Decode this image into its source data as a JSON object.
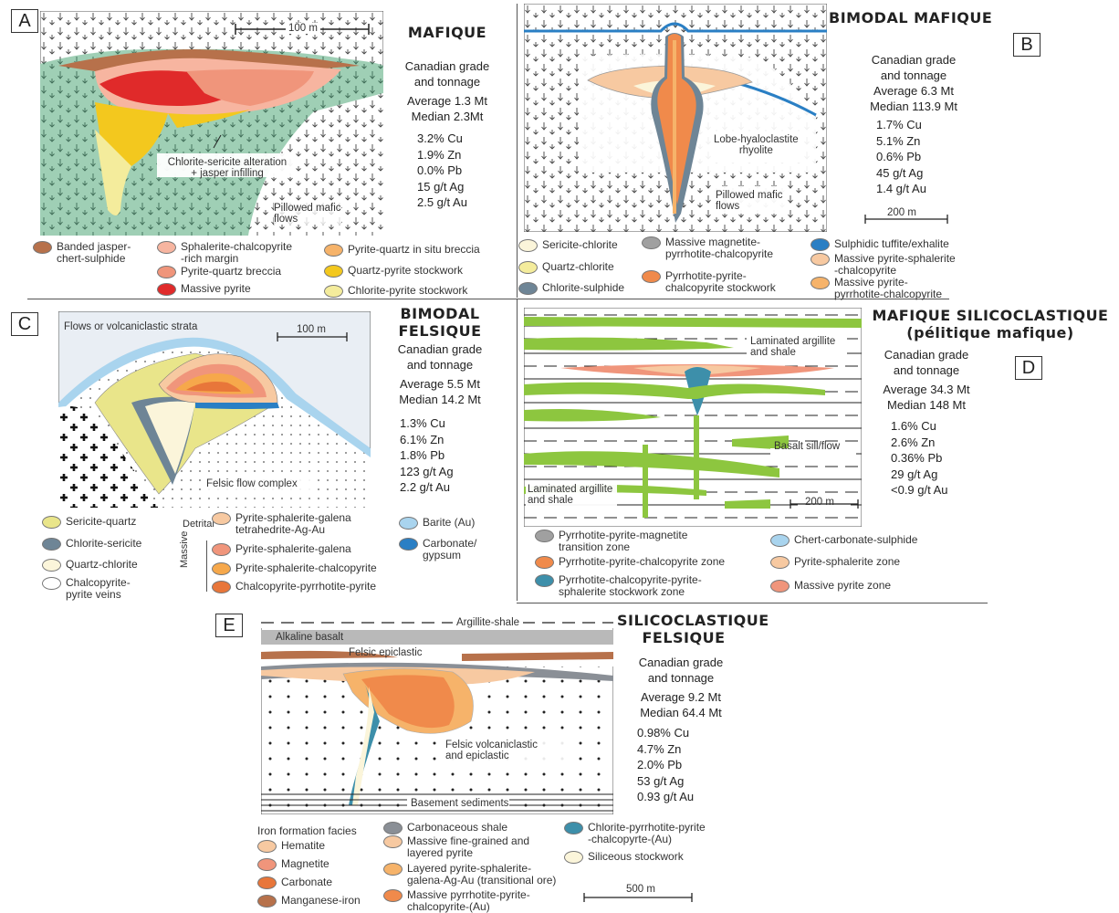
{
  "colors": {
    "orange": "#f08a4b",
    "light_orange": "#f6b36a",
    "peach": "#f7c9a1",
    "salmon": "#f0957b",
    "red": "#e02a2a",
    "yellow": "#f3c81e",
    "pale_yellow": "#f4ec9c",
    "cream": "#fbf5da",
    "green": "#8dc63f",
    "sage": "#9fcfb5",
    "blue": "#2a7fc4",
    "light_blue": "#a9d4ee",
    "teal": "#3d8faa",
    "grey": "#8a8f96",
    "slate": "#6e8596",
    "brown": "#b7714b",
    "maroon": "#8b4a3a",
    "panel_bg": "#e9eef4"
  },
  "panelA": {
    "letter": "A",
    "title": "MAFIQUE",
    "scale": "100 m",
    "stats": [
      "Canadian grade",
      "and tonnage",
      "Average 1.3 Mt",
      "Median 2.3Mt"
    ],
    "grades": [
      "3.2% Cu",
      "1.9% Zn",
      "0.0% Pb",
      "15 g/t Ag",
      "2.5 g/t Au"
    ],
    "labels": {
      "alteration": "Chlorite-sericite alteration\n+ jasper infilling",
      "pillowed": "Pillowed mafic\nflows"
    },
    "legend": [
      {
        "label": "Banded jasper-\nchert-sulphide",
        "color": "#b7714b"
      },
      {
        "label": "Sphalerite-chalcopyrite\n-rich margin",
        "color": "#f7b5a0"
      },
      {
        "label": "Pyrite-quartz breccia",
        "color": "#f0957b"
      },
      {
        "label": "Massive pyrite",
        "color": "#e02a2a"
      },
      {
        "label": "Pyrite-quartz in situ breccia",
        "color": "#f6b36a"
      },
      {
        "label": "Quartz-pyrite stockwork",
        "color": "#f3c81e"
      },
      {
        "label": "Chlorite-pyrite stockwork",
        "color": "#f4ec9c"
      }
    ]
  },
  "panelB": {
    "letter": "B",
    "title": "BIMODAL MAFIQUE",
    "scale": "200 m",
    "stats": [
      "Canadian grade",
      "and tonnage",
      "Average 6.3 Mt",
      "Median 113.9 Mt"
    ],
    "grades": [
      "1.7% Cu",
      "5.1% Zn",
      "0.6% Pb",
      "45 g/t Ag",
      "1.4 g/t Au"
    ],
    "labels": {
      "lobe": "Lobe-hyaloclastite\nrhyolite",
      "pillowed": "Pillowed mafic\nflows"
    },
    "legend": [
      {
        "label": "Sericite-chlorite",
        "color": "#fbf5da"
      },
      {
        "label": "Quartz-chlorite",
        "color": "#f4ec9c"
      },
      {
        "label": "Chlorite-sulphide",
        "color": "#6e8596"
      },
      {
        "label": "Massive magnetite-\npyrrhotite-chalcopyrite",
        "color": "#a0a0a0"
      },
      {
        "label": "Pyrrhotite-pyrite-\nchalcopyrite stockwork",
        "color": "#f08a4b"
      },
      {
        "label": "Sulphidic tuffite/exhalite",
        "color": "#2a7fc4"
      },
      {
        "label": "Massive pyrite-sphalerite\n-chalcopyrite",
        "color": "#f7c9a1"
      },
      {
        "label": "Massive pyrite-\npyrrhotite-chalcopyrite",
        "color": "#f6b36a"
      }
    ]
  },
  "panelC": {
    "letter": "C",
    "title": "BIMODAL\nFELSIQUE",
    "scale": "100 m",
    "stats": [
      "Canadian grade",
      "and tonnage",
      "Average 5.5 Mt",
      "Median 14.2 Mt"
    ],
    "grades": [
      "1.3% Cu",
      "6.1% Zn",
      "1.8% Pb",
      "123 g/t Ag",
      "2.2 g/t Au"
    ],
    "labels": {
      "flows": "Flows or volcaniclastic strata",
      "felsic": "Felsic flow complex",
      "detrital": "Detrital",
      "massive": "Massive"
    },
    "legend": [
      {
        "label": "Sericite-quartz",
        "color": "#e9e58a"
      },
      {
        "label": "Chlorite-sericite",
        "color": "#6e8596"
      },
      {
        "label": "Quartz-chlorite",
        "color": "#fbf5da"
      },
      {
        "label": "Chalcopyrite-\npyrite veins",
        "color": "#ffffff"
      },
      {
        "label": "Pyrite-sphalerite-galena\ntetrahedrite-Ag-Au",
        "color": "#f7c9a1"
      },
      {
        "label": "Pyrite-sphalerite-galena",
        "color": "#f0957b"
      },
      {
        "label": "Pyrite-sphalerite-chalcopyrite",
        "color": "#f6a84b"
      },
      {
        "label": "Chalcopyrite-pyrrhotite-pyrite",
        "color": "#e8763a"
      },
      {
        "label": "Barite (Au)",
        "color": "#a9d4ee"
      },
      {
        "label": "Carbonate/\ngypsum",
        "color": "#2a7fc4"
      }
    ]
  },
  "panelD": {
    "letter": "D",
    "title": "MAFIQUE SILICOCLASTIQUE\n(pélitique mafique)",
    "scale": "200 m",
    "stats": [
      "Canadian grade",
      "and tonnage",
      "Average 34.3 Mt",
      "Median 148 Mt"
    ],
    "grades": [
      "1.6% Cu",
      "2.6% Zn",
      "0.36% Pb",
      "29 g/t Ag",
      "<0.9 g/t Au"
    ],
    "labels": {
      "top": "Laminated argillite\nand shale",
      "bottom": "Laminated argillite\nand shale",
      "basalt": "Basalt sill/flow"
    },
    "legend": [
      {
        "label": "Pyrrhotite-pyrite-magnetite\ntransition zone",
        "color": "#a0a0a0"
      },
      {
        "label": "Pyrrhotite-pyrite-chalcopyrite  zone",
        "color": "#f08a4b"
      },
      {
        "label": "Pyrrhotite-chalcopyrite-pyrite-\nsphalerite stockwork zone",
        "color": "#3d8faa"
      },
      {
        "label": "Chert-carbonate-sulphide",
        "color": "#a9d4ee"
      },
      {
        "label": "Pyrite-sphalerite zone",
        "color": "#f7c9a1"
      },
      {
        "label": "Massive pyrite zone",
        "color": "#f0957b"
      }
    ]
  },
  "panelE": {
    "letter": "E",
    "title": "SILICOCLASTIQUE\nFELSIQUE",
    "scale": "500 m",
    "stats": [
      "Canadian grade",
      "and tonnage",
      "Average 9.2 Mt",
      "Median 64.4 Mt"
    ],
    "grades": [
      "0.98% Cu",
      "4.7% Zn",
      "2.0% Pb",
      "53 g/t Ag",
      "0.93 g/t Au"
    ],
    "labels": {
      "argillite": "Argillite-shale",
      "alkaline": "Alkaline basalt",
      "epiclastic": "Felsic epiclastic",
      "felsic": "Felsic volcaniclastic\nand epiclastic",
      "basement": "Basement sediments"
    },
    "legend_heading": "Iron formation facies",
    "legend": [
      {
        "label": "Hematite",
        "color": "#f7c9a1"
      },
      {
        "label": "Magnetite",
        "color": "#f0957b"
      },
      {
        "label": "Carbonate",
        "color": "#e8763a"
      },
      {
        "label": "Manganese-iron",
        "color": "#b7714b"
      },
      {
        "label": "Carbonaceous shale",
        "color": "#8a8f96"
      },
      {
        "label": "Massive fine-grained and\nlayered pyrite",
        "color": "#f7c9a1"
      },
      {
        "label": "Layered pyrite-sphalerite-\ngalena-Ag-Au (transitional ore)",
        "color": "#f6b36a"
      },
      {
        "label": "Massive pyrrhotite-pyrite-\nchalcopyrite-(Au)",
        "color": "#f08a4b"
      },
      {
        "label": "Chlorite-pyrrhotite-pyrite\n-chalcopyrte-(Au)",
        "color": "#3d8faa"
      },
      {
        "label": "Siliceous stockwork",
        "color": "#fbf5da"
      }
    ]
  }
}
